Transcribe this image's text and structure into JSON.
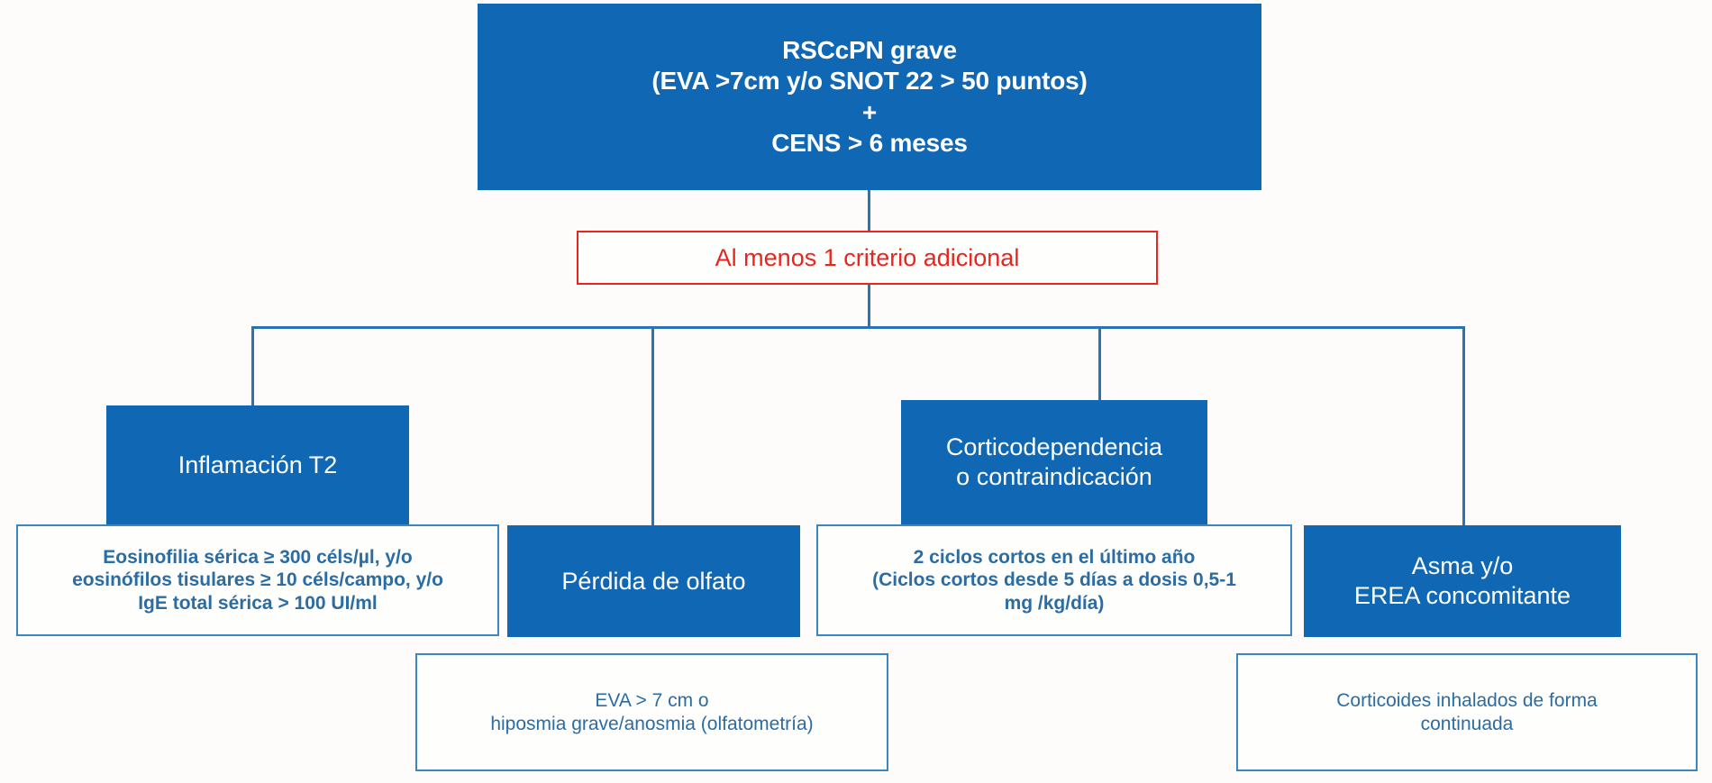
{
  "diagram": {
    "title_text": "",
    "colors": {
      "fill_blue": "#1068b5",
      "outline_blue": "#3b85c4",
      "text_blue": "#2b6ca3",
      "red": "#e8251f",
      "connector": "#2a74b5",
      "background": "#fdfcfa"
    },
    "nodes": {
      "root": {
        "lines": [
          "RSCcPN grave",
          "(EVA >7cm y/o SNOT 22 > 50 puntos)",
          "+",
          "CENS > 6 meses"
        ],
        "line1": "RSCcPN grave",
        "line2": "(EVA >7cm y/o SNOT 22 > 50 puntos)",
        "line3": "+",
        "line4": "CENS > 6 meses"
      },
      "criterion_gate": {
        "label": "Al menos 1 criterio adicional"
      },
      "branch1": {
        "label": "Inflamación T2",
        "detail_line1": "Eosinofilia sérica ≥ 300 céls/µl, y/o",
        "detail_line2": "eosinófilos tisulares ≥ 10 céls/campo, y/o",
        "detail_line3": "IgE total sérica > 100 UI/ml"
      },
      "branch2": {
        "label": "Pérdida de olfato",
        "detail_line1": "EVA > 7 cm o",
        "detail_line2": "hiposmia grave/anosmia (olfatometría)"
      },
      "branch3": {
        "label_line1": "Corticodependencia",
        "label_line2": "o contraindicación",
        "detail_line1": "2 ciclos cortos en el último año",
        "detail_line2": "(Ciclos cortos desde 5 días a dosis 0,5-1",
        "detail_line3": "mg /kg/día)"
      },
      "branch4": {
        "label_line1": "Asma y/o",
        "label_line2": "EREA concomitante",
        "detail_line1": "Corticoides inhalados de forma",
        "detail_line2": "continuada"
      }
    }
  }
}
